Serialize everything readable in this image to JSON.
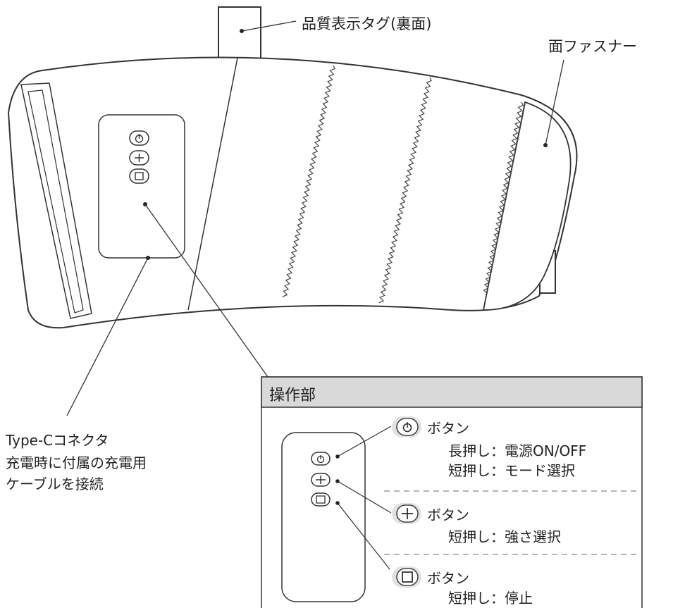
{
  "callouts": {
    "tag": "品質表示タグ(裏面)",
    "fastener": "面ファスナー",
    "typec_title": "Type-Cコネクタ",
    "typec_desc_1": "充電時に付属の充電用",
    "typec_desc_2": "ケーブルを接続"
  },
  "panel": {
    "title": "操作部",
    "buttons": [
      {
        "icon": "power-icon",
        "label": "ボタン",
        "lines": [
          "長押し：電源ON/OFF",
          "短押し：モード選択"
        ]
      },
      {
        "icon": "plus-icon",
        "label": "ボタン",
        "lines": [
          "短押し：強さ選択"
        ]
      },
      {
        "icon": "stop-icon",
        "label": "ボタン",
        "lines": [
          "短押し：停止"
        ]
      }
    ]
  },
  "colors": {
    "line": "#333333",
    "panel_header": "#d9d9d9",
    "dashed": "#888888",
    "pill_bg": "#e2e2e2"
  }
}
